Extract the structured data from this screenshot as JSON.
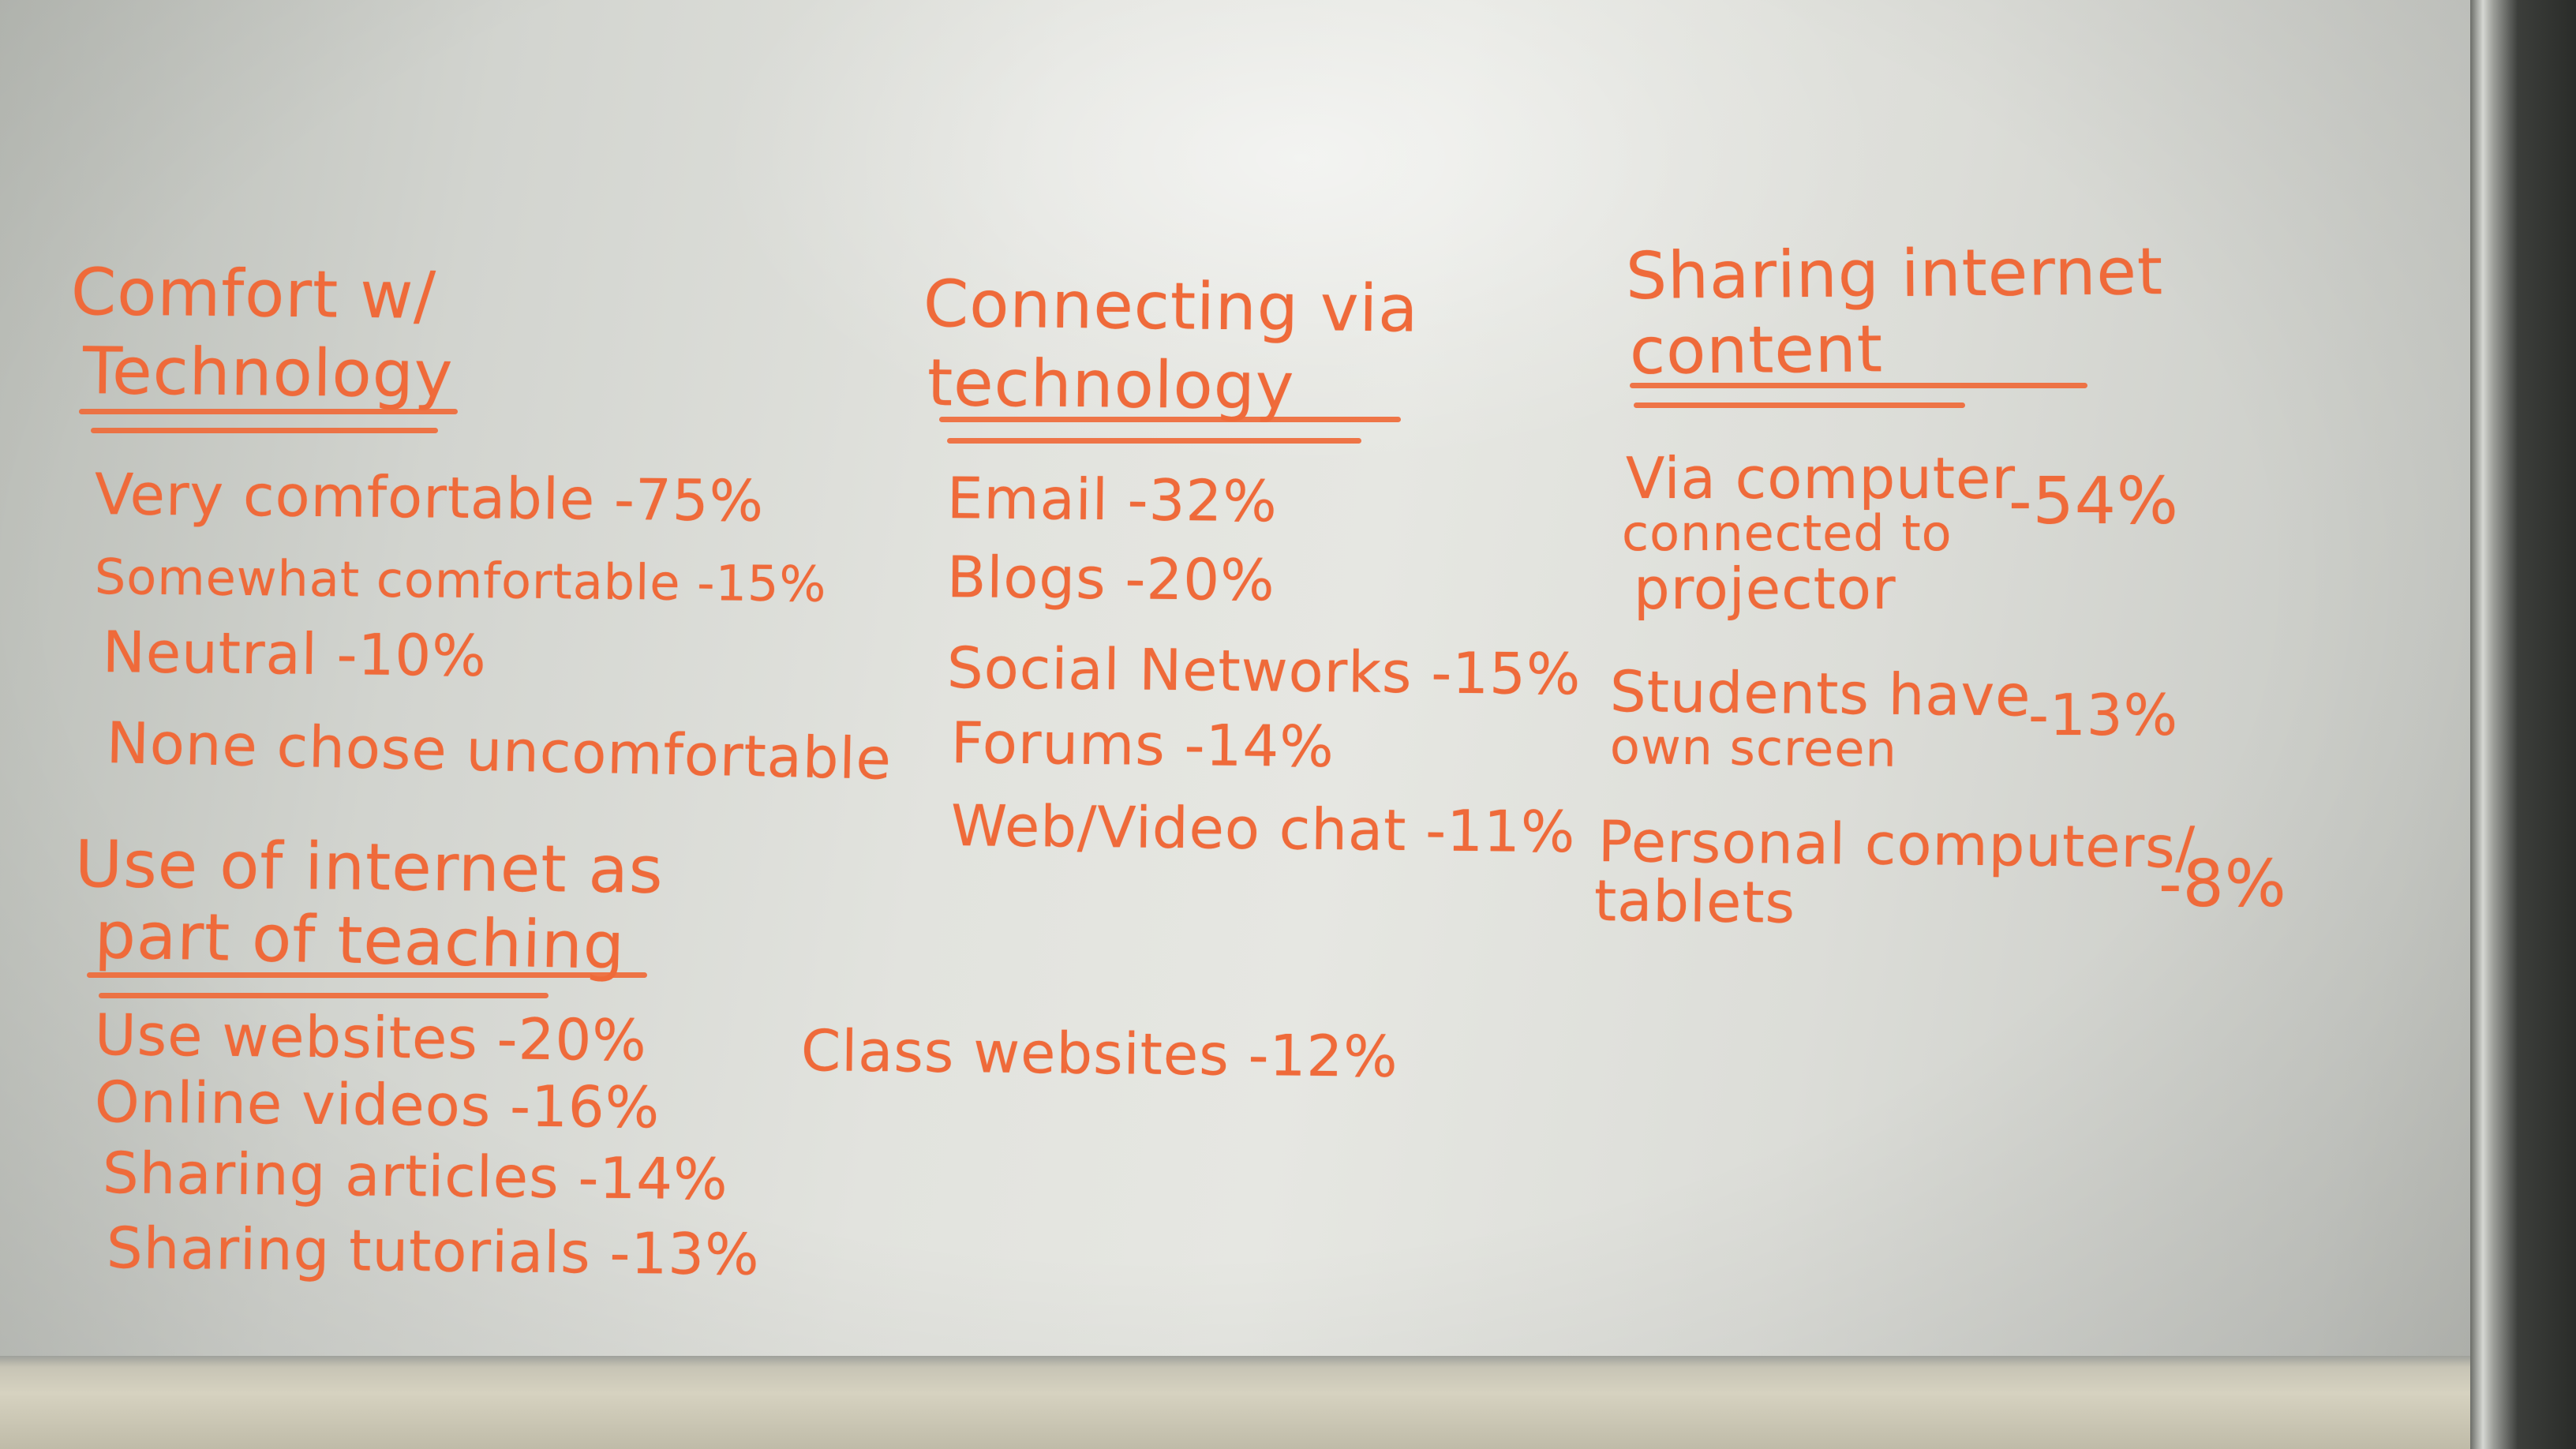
{
  "ink_color": "#ef6a3a",
  "board_color": "#e3e4df",
  "sections": {
    "comfort": {
      "title_line1": "Comfort w/",
      "title_line2": "Technology",
      "items": [
        "Very comfortable -75%",
        "Somewhat comfortable -15%",
        "Neutral -10%",
        "None chose uncomfortable"
      ]
    },
    "connecting": {
      "title_line1": "Connecting via",
      "title_line2": "technology",
      "items": [
        "Email -32%",
        "Blogs -20%",
        "Social Networks -15%",
        "Forums -14%",
        "Web/Video chat -11%"
      ]
    },
    "sharing": {
      "title_line1": "Sharing internet",
      "title_line2": "content",
      "items": [
        {
          "text_lines": [
            "Via computer",
            "connected to",
            "projector"
          ],
          "value": "-54%"
        },
        {
          "text_lines": [
            "Students have",
            "own screen"
          ],
          "value": "-13%"
        },
        {
          "text_lines": [
            "Personal computers/",
            "tablets"
          ],
          "value": "-8%"
        }
      ]
    },
    "internet_teaching": {
      "title_line1": "Use of internet as",
      "title_line2": "part of teaching",
      "items": [
        "Use websites -20%",
        "Online videos -16%",
        "Sharing articles -14%",
        "Sharing tutorials -13%"
      ]
    },
    "class_websites": {
      "text": "Class websites -12%"
    }
  }
}
